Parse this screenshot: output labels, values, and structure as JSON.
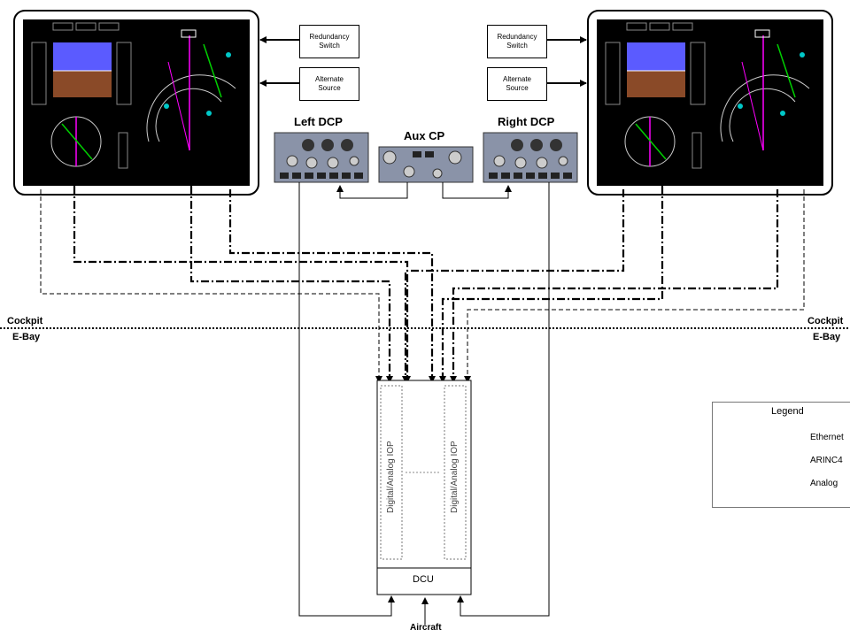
{
  "zones": {
    "cockpit": "Cockpit",
    "ebay": "E-Bay"
  },
  "left_boxes": {
    "redundancy": [
      "Redundancy",
      "Switch"
    ],
    "alternate": [
      "Alternate",
      "Source"
    ]
  },
  "right_boxes": {
    "redundancy": [
      "Redundancy",
      "Switch"
    ],
    "alternate": [
      "Alternate",
      "Source"
    ]
  },
  "panels": {
    "left_dcp": "Left DCP",
    "aux_cp": "Aux CP",
    "right_dcp": "Right DCP"
  },
  "dcu": {
    "label": "DCU",
    "iop_left": "Digital/Analog IOP",
    "iop_right": "Digital/Analog IOP"
  },
  "aircraft": "Aircraft",
  "legend": {
    "title": "Legend",
    "items": [
      {
        "label": "Ethernet",
        "style": "ethernet"
      },
      {
        "label": "ARINC4",
        "style": "arinc"
      },
      {
        "label": "Analog",
        "style": "analog"
      }
    ]
  },
  "display_colors": {
    "sky": "#5b5bff",
    "ground": "#8a4a28",
    "magenta": "#ff00ff",
    "green": "#00d000",
    "cyan": "#00c8c8",
    "white": "#ffffff"
  }
}
